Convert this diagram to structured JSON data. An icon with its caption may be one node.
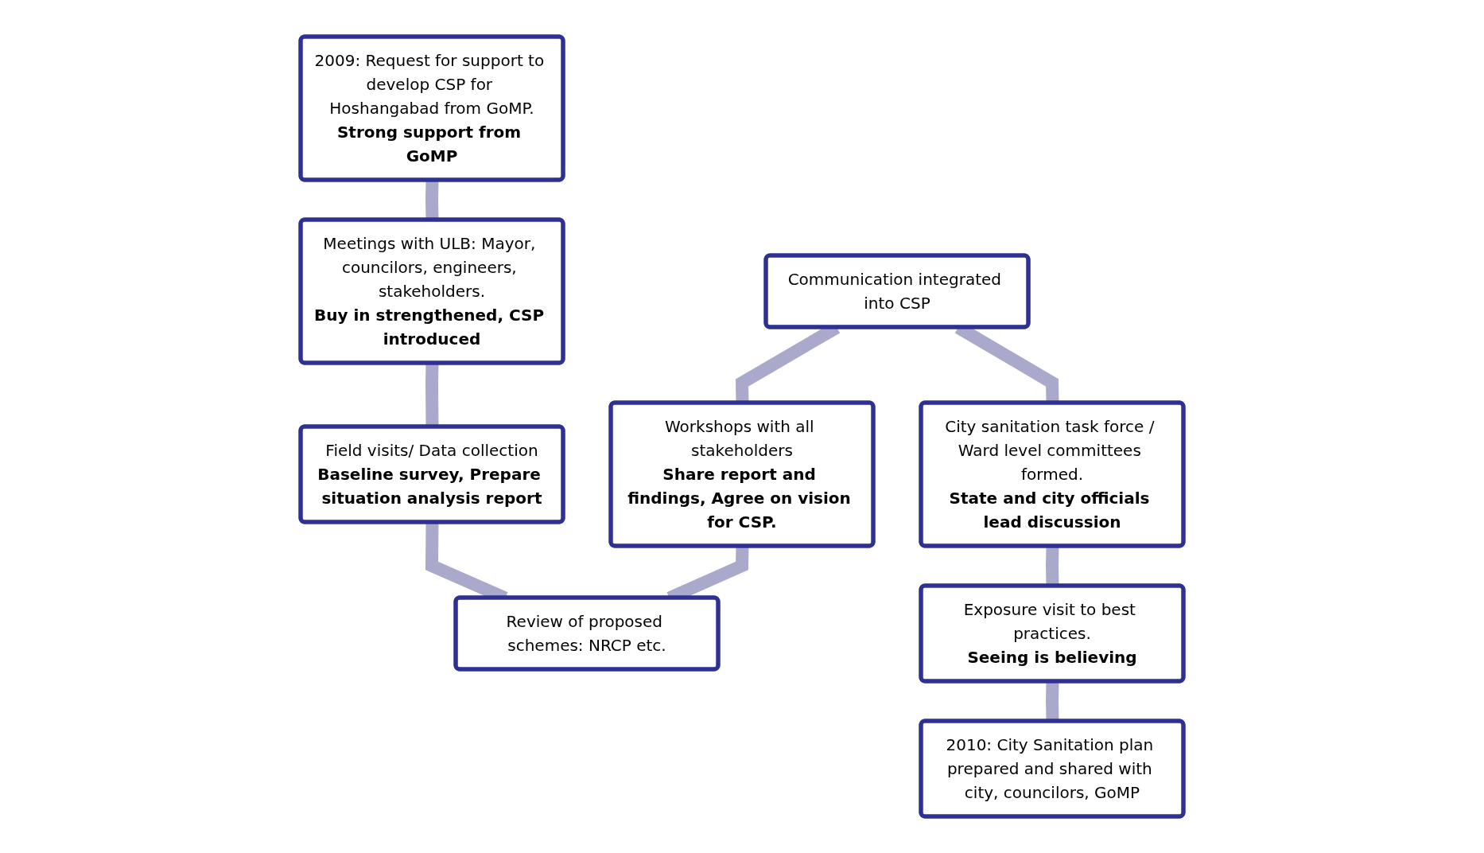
{
  "diagram": {
    "nodes": [
      {
        "text": [
          "2009: Request for support to develop CSP for Hoshangabad from GoMP.",
          "Strong support from GoMP"
        ]
      },
      {
        "text": [
          "Meetings with ULB: Mayor, councilors, engineers, stakeholders.",
          "Buy in strengthened, CSP introduced"
        ]
      },
      {
        "text": [
          "Field visits/ Data collection",
          "Baseline survey, Prepare situation analysis report"
        ]
      },
      {
        "text": [
          "Review of proposed schemes: NRCP etc."
        ]
      },
      {
        "text": [
          "Workshops with all stakeholders",
          "Share report and findings, Agree on vision for CSP."
        ]
      },
      {
        "text": [
          "Communication integrated into CSP"
        ]
      },
      {
        "text": [
          "City sanitation task force / Ward level committees formed.",
          "State and city officials lead discussion"
        ]
      },
      {
        "text": [
          "Exposure visit to best practices.",
          "Seeing is believing"
        ]
      },
      {
        "text": [
          "2010: City Sanitation plan prepared and shared with city, councilors, GoMP"
        ]
      }
    ],
    "edges": [
      {
        "from": 0,
        "to": 1,
        "arrow": "none"
      },
      {
        "from": 1,
        "to": 2,
        "arrow": "none"
      },
      {
        "from": 2,
        "to": 3,
        "arrow": "none"
      },
      {
        "from": 4,
        "to": 3,
        "arrow": "none"
      },
      {
        "from": 5,
        "to": 4,
        "arrow": "none"
      },
      {
        "from": 5,
        "to": 6,
        "arrow": "none"
      },
      {
        "from": 6,
        "to": 7,
        "arrow": "none"
      },
      {
        "from": 7,
        "to": 8,
        "arrow": "none"
      }
    ]
  }
}
